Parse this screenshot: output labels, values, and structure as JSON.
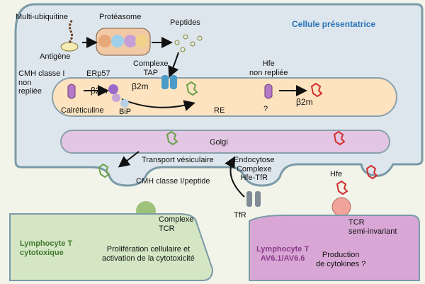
{
  "cell_title": "Cellule présentatrice",
  "labels": {
    "multi_ubiquitine": "Multi-ubiquitine",
    "proteasome": "Protéasome",
    "peptides": "Peptides",
    "antigene": "Antigène",
    "cmh_classe_i_line1": "CMH classe I",
    "cmh_classe_i_line2": "non",
    "cmh_classe_i_line3": "repliée",
    "erp57": "ERp57",
    "complexe_tap_line1": "Complexe",
    "complexe_tap_line2": "TAP",
    "hfe_nonrepliee_line1": "Hfe",
    "hfe_nonrepliee_line2": "non repliée",
    "b2m_a": "β2m",
    "b2m_b": "β2m",
    "b2m_c": "β2m",
    "calreticuline": "Calréticuline",
    "bip": "BiP",
    "re": "RE",
    "question": "?",
    "golgi": "Golgi",
    "transport": "Transport vésiculaire",
    "endocytose": "Endocytose",
    "complexe_hfe_tfr_line1": "Complexe",
    "complexe_hfe_tfr_line2": "Hfe-TfR",
    "cmh_peptide": "CMH classe I/peptide",
    "hfe": "Hfe",
    "tfr": "TfR",
    "complexe_tcr_line1": "Complexe",
    "complexe_tcr_line2": "TCR",
    "tcr_si_line1": "TCR",
    "tcr_si_line2": "semi-invariant",
    "lympho_t_cyto_line1": "Lymphocyte T",
    "lympho_t_cyto_line2": "cytotoxique",
    "prolif_line1": "Prolifération cellulaire et",
    "prolif_line2": "activation de la cytotoxicité",
    "lympho_t_av_line1": "Lymphocyte T",
    "lympho_t_av_line2": "AV6.1/AV6.6",
    "production_line1": "Production",
    "production_line2": "de cytokines ?"
  },
  "colors": {
    "cell_fill": "#dde6ec",
    "cell_stroke": "#7a9aa8",
    "er_fill": "#fde3c0",
    "golgi_fill": "#e3c6e3",
    "lympho_cyto_fill": "#d5e6c5",
    "lympho_av_fill": "#d9a7d6",
    "title_blue": "#2a74b8",
    "label_green": "#3f7a2c",
    "label_purple": "#8a3b8c"
  }
}
